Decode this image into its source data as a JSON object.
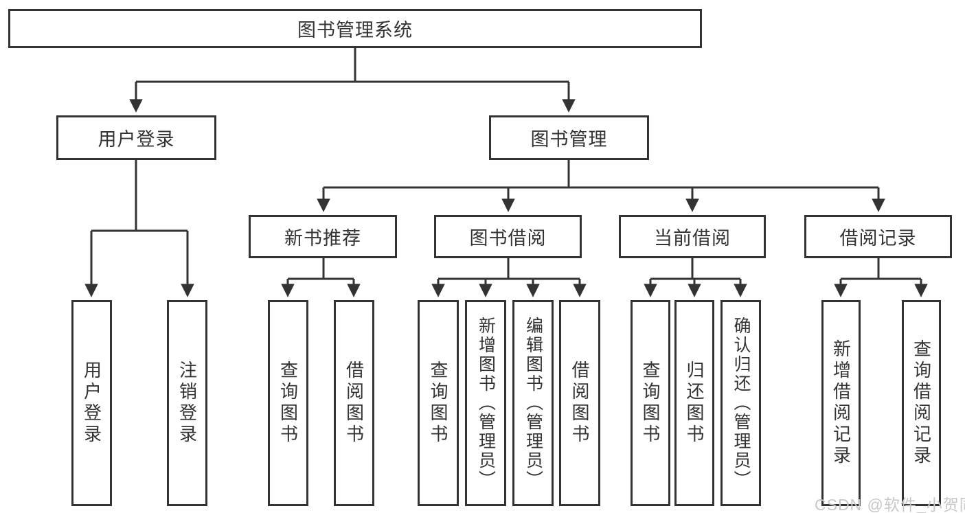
{
  "diagram_title": "图书管理系统",
  "tree": {
    "label": "图书管理系统",
    "children": [
      {
        "label": "用户登录",
        "children": [
          {
            "label": "用户登录"
          },
          {
            "label": "注销登录"
          }
        ]
      },
      {
        "label": "图书管理",
        "children": [
          {
            "label": "新书推荐",
            "children": [
              {
                "label": "查询图书"
              },
              {
                "label": "借阅图书"
              }
            ]
          },
          {
            "label": "图书借阅",
            "children": [
              {
                "label": "查询图书"
              },
              {
                "label": "新增图书（管理员）"
              },
              {
                "label": "编辑图书（管理员）"
              },
              {
                "label": "借阅图书"
              }
            ]
          },
          {
            "label": "当前借阅",
            "children": [
              {
                "label": "查询图书"
              },
              {
                "label": "归还图书"
              },
              {
                "label": "确认归还（管理员）"
              }
            ]
          },
          {
            "label": "借阅记录",
            "children": [
              {
                "label": "新增借阅记录"
              },
              {
                "label": "查询借阅记录"
              }
            ]
          }
        ]
      }
    ]
  },
  "watermark": {
    "text": "CSDN @软件_小贺同学",
    "color": "#c8c8c8"
  },
  "colors": {
    "line": "#333333",
    "text": "#333333",
    "background": "#ffffff"
  }
}
